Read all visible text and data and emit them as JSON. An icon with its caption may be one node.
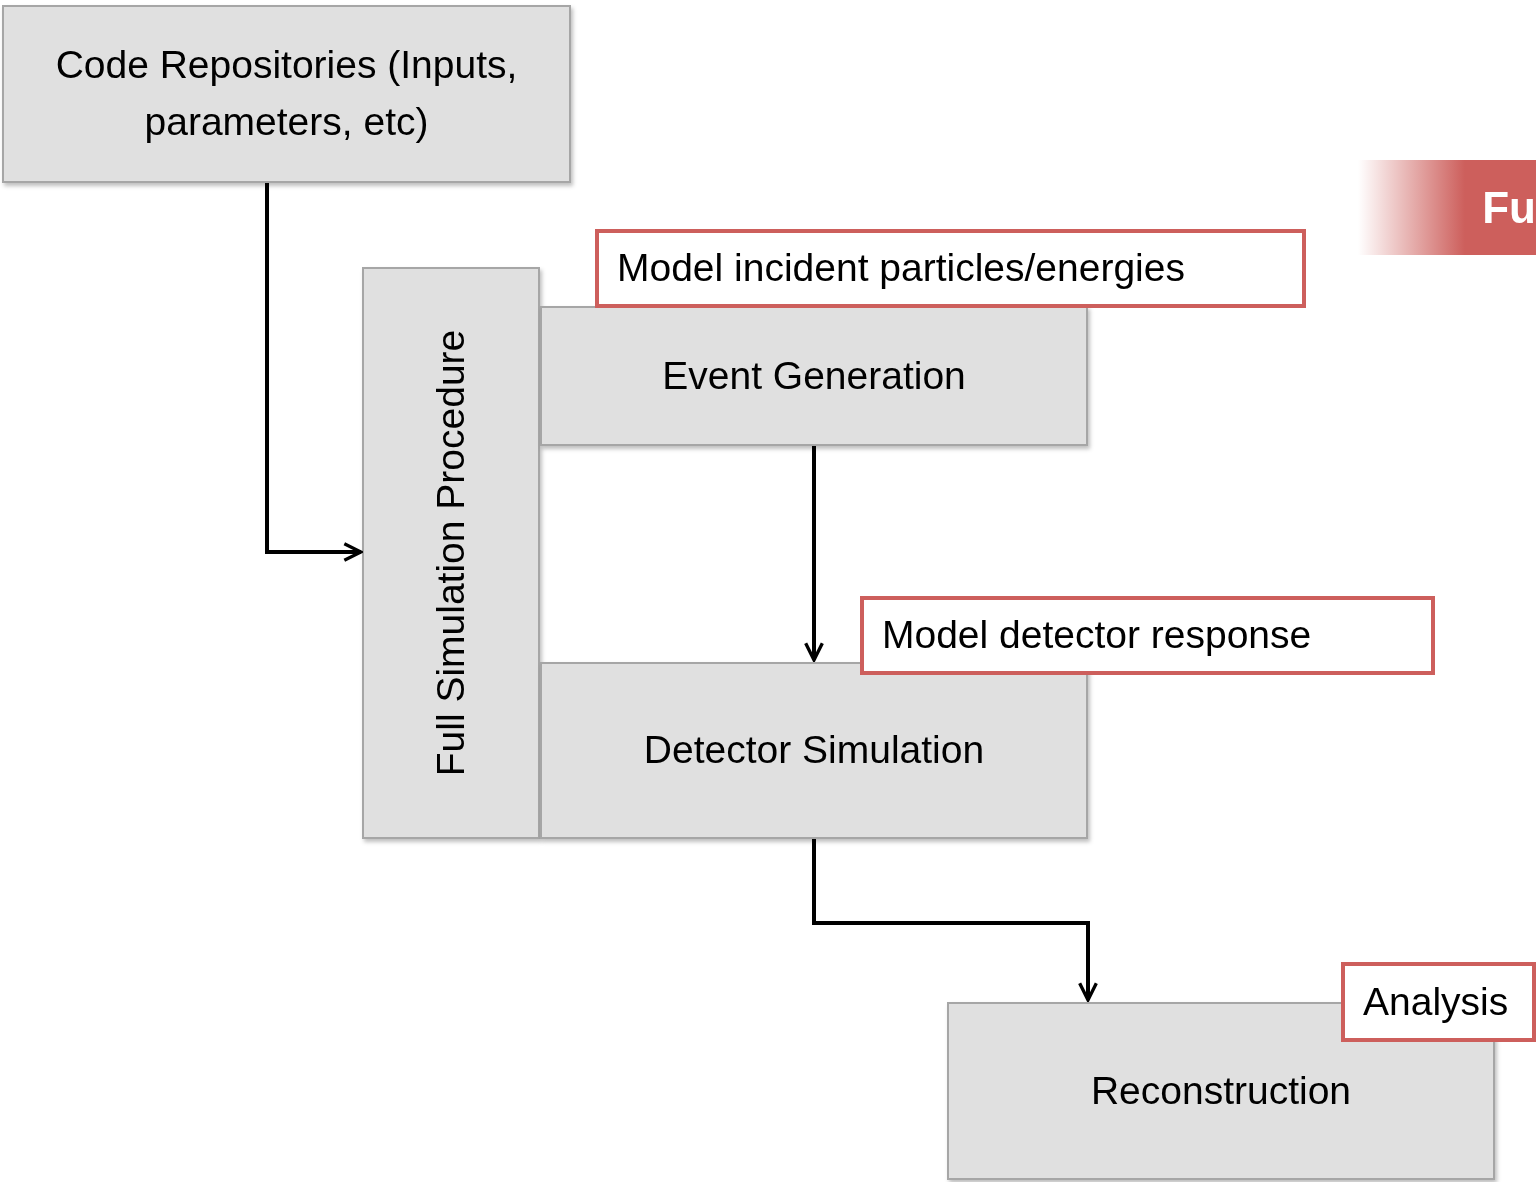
{
  "diagram": {
    "nodes": [
      {
        "text": [
          "Code Repositories (Inputs, parameters, etc)"
        ]
      },
      {
        "text": [
          "Fu"
        ]
      },
      {
        "text": [
          "Full Simulation Procedure"
        ]
      },
      {
        "text": [
          "Model incident particles/energies"
        ]
      },
      {
        "text": [
          "Event Generation"
        ]
      },
      {
        "text": [
          "Model detector response"
        ]
      },
      {
        "text": [
          "Detector Simulation"
        ]
      },
      {
        "text": [
          "Analysis"
        ]
      },
      {
        "text": [
          "Reconstruction"
        ]
      }
    ],
    "edges": [
      {
        "from": 0,
        "to": 2,
        "arrow": "to"
      },
      {
        "from": 4,
        "to": 6,
        "arrow": "to"
      },
      {
        "from": 6,
        "to": 8,
        "arrow": "to"
      }
    ]
  }
}
